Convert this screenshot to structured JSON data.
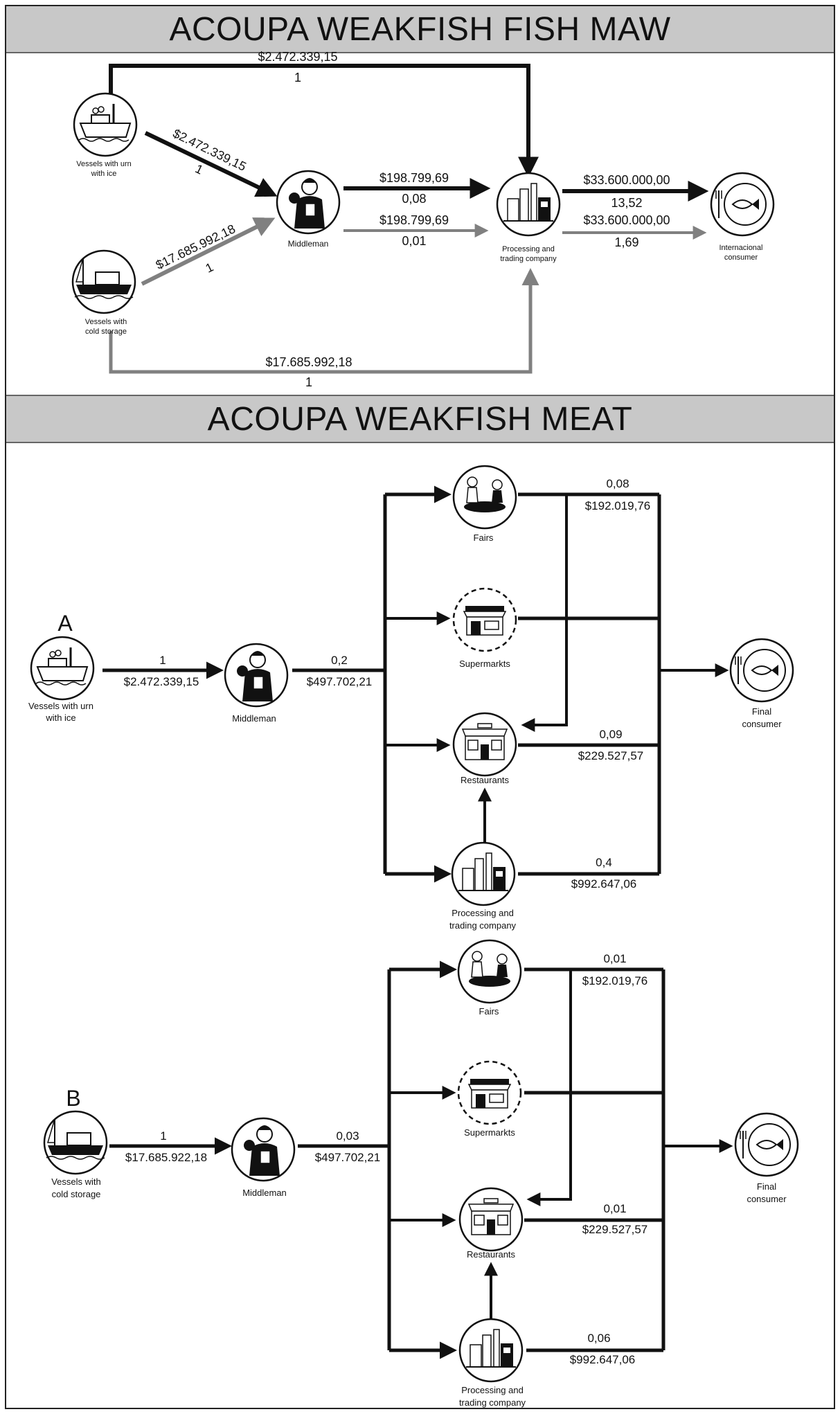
{
  "headers": {
    "fish_maw": "ACOUPA WEAKFISH FISH MAW",
    "meat": "ACOUPA WEAKFISH MEAT"
  },
  "maw": {
    "nodes": {
      "vessels_ice": [
        "Vessels with urn",
        "with ice"
      ],
      "vessels_cold": [
        "Vessels with",
        "cold storage"
      ],
      "middleman": "Middleman",
      "processing": [
        "Processing and",
        "trading company"
      ],
      "consumer": [
        "Internacional",
        "consumer"
      ]
    },
    "flows": {
      "top_value": "$2.472.339,15",
      "top_ratio": "1",
      "ice_mid_value": "$2.472.339,15",
      "ice_mid_ratio": "1",
      "cold_mid_value": "$17.685.992,18",
      "cold_mid_ratio": "1",
      "mid_proc_black_value": "$198.799,69",
      "mid_proc_black_ratio": "0,08",
      "mid_proc_gray_value": "$198.799,69",
      "mid_proc_gray_ratio": "0,01",
      "proc_cons_black_value": "$33.600.000,00",
      "proc_cons_black_ratio": "13,52",
      "proc_cons_gray_value": "$33.600.000,00",
      "proc_cons_gray_ratio": "1,69",
      "bottom_value": "$17.685.992,18",
      "bottom_ratio": "1"
    }
  },
  "meatA": {
    "tag": "A",
    "nodes": {
      "vessel": [
        "Vessels with urn",
        "with ice"
      ],
      "middleman": "Middleman",
      "fairs": "Fairs",
      "supermarkets": "Supermarkts",
      "restaurants": "Restaurants",
      "processing": [
        "Processing and",
        "trading company"
      ],
      "consumer": [
        "Final",
        "consumer"
      ]
    },
    "flows": {
      "vessel_mid_ratio": "1",
      "vessel_mid_value": "$2.472.339,15",
      "mid_out_ratio": "0,2",
      "mid_out_value": "$497.702,21",
      "fairs_ratio": "0,08",
      "fairs_value": "$192.019,76",
      "rest_ratio": "0,09",
      "rest_value": "$229.527,57",
      "proc_ratio": "0,4",
      "proc_value": "$992.647,06"
    }
  },
  "meatB": {
    "tag": "B",
    "nodes": {
      "vessel": [
        "Vessels with",
        "cold storage"
      ],
      "middleman": "Middleman",
      "fairs": "Fairs",
      "supermarkets": "Supermarkts",
      "restaurants": "Restaurants",
      "processing": [
        "Processing and",
        "trading company"
      ],
      "consumer": [
        "Final",
        "consumer"
      ]
    },
    "flows": {
      "vessel_mid_ratio": "1",
      "vessel_mid_value": "$17.685.922,18",
      "mid_out_ratio": "0,03",
      "mid_out_value": "$497.702,21",
      "fairs_ratio": "0,01",
      "fairs_value": "$192.019,76",
      "rest_ratio": "0,01",
      "rest_value": "$229.527,57",
      "proc_ratio": "0,06",
      "proc_value": "$992.647,06"
    }
  },
  "colors": {
    "black": "#111111",
    "gray": "#808080"
  }
}
